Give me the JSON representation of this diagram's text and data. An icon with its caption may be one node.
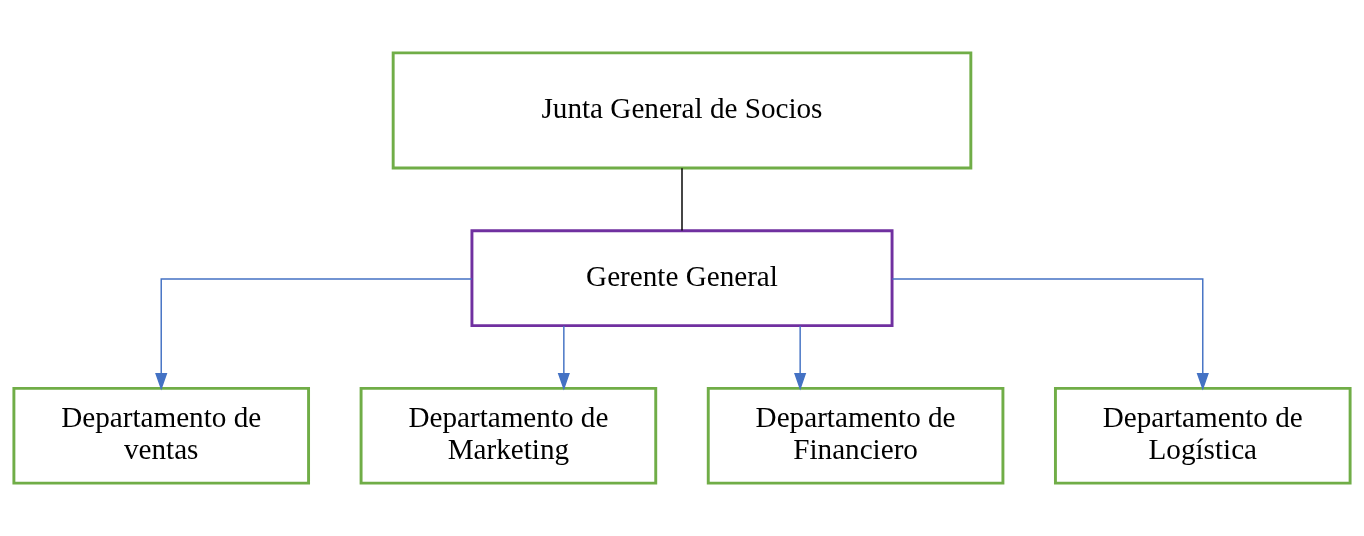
{
  "diagram": {
    "nodes": [
      {
        "text": [
          "Junta General de Socios"
        ]
      },
      {
        "text": [
          "Gerente General"
        ]
      },
      {
        "text": [
          "Departamento de ventas"
        ]
      },
      {
        "text": [
          "Departamento de Marketing"
        ]
      },
      {
        "text": [
          "Departamento de Financiero"
        ]
      },
      {
        "text": [
          "Departamento de Logística"
        ]
      }
    ],
    "edges": [
      {
        "from": 0,
        "to": 1,
        "arrow": "none",
        "color": "#000000"
      },
      {
        "from": 1,
        "to": 2,
        "arrow": "to"
      },
      {
        "from": 1,
        "to": 3,
        "arrow": "to"
      },
      {
        "from": 1,
        "to": 4,
        "arrow": "to"
      },
      {
        "from": 1,
        "to": 5,
        "arrow": "to"
      }
    ]
  }
}
